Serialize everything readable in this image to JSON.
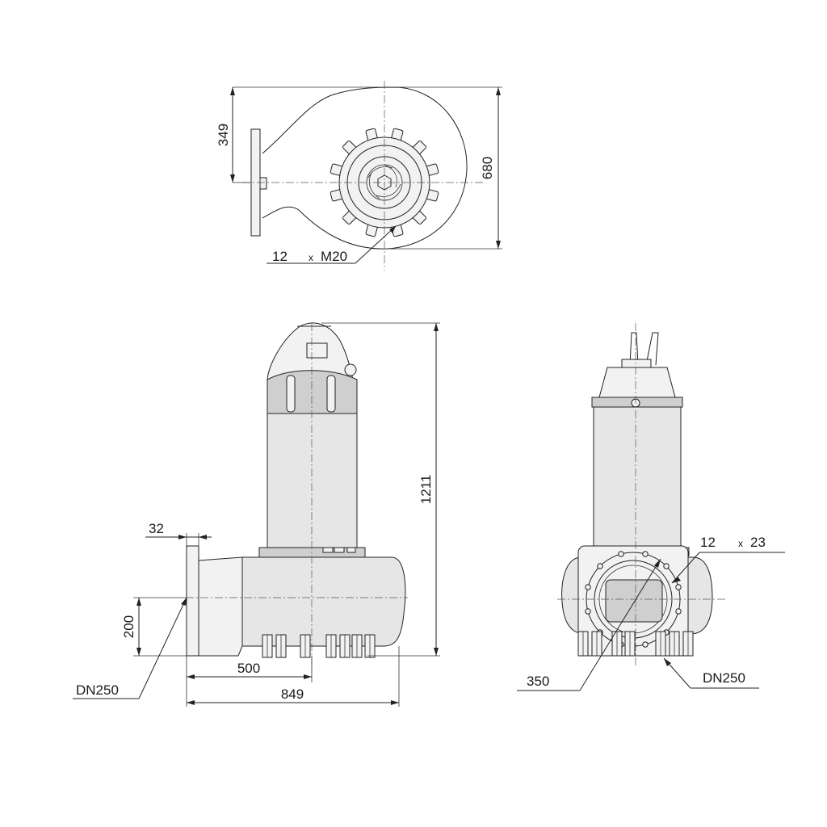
{
  "top_view": {
    "height_left": "349",
    "height_total": "680",
    "bolt_count": "12",
    "times": "x",
    "bolt_size": "M20"
  },
  "side_view": {
    "flange_thickness": "32",
    "total_height": "1211",
    "outlet_height": "200",
    "axis_offset": "500",
    "total_length": "849",
    "outlet_dn": "DN250"
  },
  "front_view": {
    "hole_count": "12",
    "times": "x",
    "hole_diameter": "23",
    "bolt_circle": "350",
    "outlet_dn": "DN250"
  }
}
